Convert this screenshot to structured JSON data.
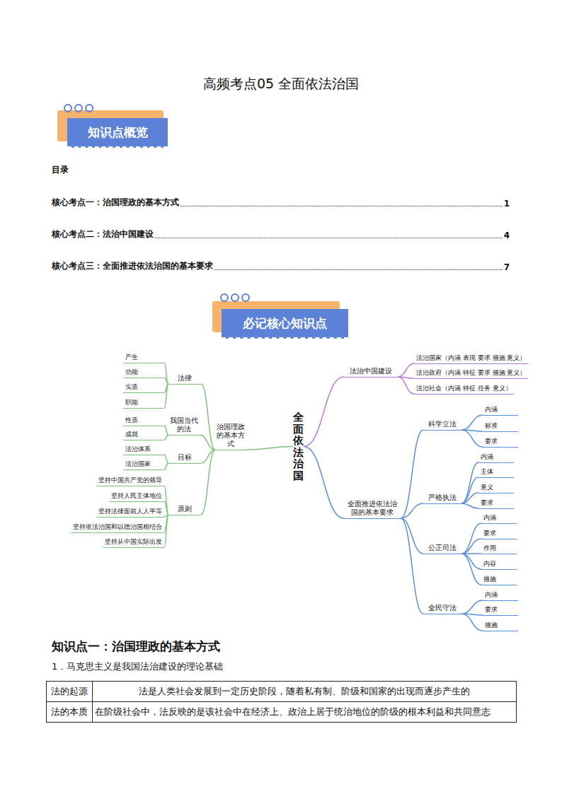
{
  "diagram": {
    "title": "高频考点05 全面依法治国",
    "nodes": [
      {
        "text": [
          "知识点概览"
        ]
      },
      {
        "text": [
          "必记核心知识点"
        ]
      },
      {
        "text": [
          "全面依法治国"
        ]
      },
      {
        "text": [
          "治国理政的基本方式"
        ]
      },
      {
        "text": [
          "法律"
        ]
      },
      {
        "text": [
          "产生"
        ]
      },
      {
        "text": [
          "功能"
        ]
      },
      {
        "text": [
          "实质"
        ]
      },
      {
        "text": [
          "职能"
        ]
      },
      {
        "text": [
          "我国当代的法"
        ]
      },
      {
        "text": [
          "性质"
        ]
      },
      {
        "text": [
          "成就"
        ]
      },
      {
        "text": [
          "目标"
        ]
      },
      {
        "text": [
          "法治体系"
        ]
      },
      {
        "text": [
          "法治国家"
        ]
      },
      {
        "text": [
          "原则"
        ]
      },
      {
        "text": [
          "坚持中国共产党的领导"
        ]
      },
      {
        "text": [
          "坚持人民主体地位"
        ]
      },
      {
        "text": [
          "坚持法律面前人人平等"
        ]
      },
      {
        "text": [
          "坚持依法治国和以德治国相结合"
        ]
      },
      {
        "text": [
          "坚持从中国实际出发"
        ]
      },
      {
        "text": [
          "法治中国建设"
        ]
      },
      {
        "text": [
          "法治国家（内涵 表现 要求 措施 意义）"
        ]
      },
      {
        "text": [
          "法治政府（内涵 特征 要求 措施 意义）"
        ]
      },
      {
        "text": [
          "法治社会（内涵 特征 任务 意义）"
        ]
      },
      {
        "text": [
          "全面推进依法治国的基本要求"
        ]
      },
      {
        "text": [
          "科学立法"
        ]
      },
      {
        "text": [
          "内涵"
        ]
      },
      {
        "text": [
          "标准"
        ]
      },
      {
        "text": [
          "要求"
        ]
      },
      {
        "text": [
          "严格执法"
        ]
      },
      {
        "text": [
          "内涵"
        ]
      },
      {
        "text": [
          "主体"
        ]
      },
      {
        "text": [
          "意义"
        ]
      },
      {
        "text": [
          "要求"
        ]
      },
      {
        "text": [
          "公正司法"
        ]
      },
      {
        "text": [
          "内涵"
        ]
      },
      {
        "text": [
          "要求"
        ]
      },
      {
        "text": [
          "作用"
        ]
      },
      {
        "text": [
          "内容"
        ]
      },
      {
        "text": [
          "措施"
        ]
      },
      {
        "text": [
          "全民守法"
        ]
      },
      {
        "text": [
          "内涵"
        ]
      },
      {
        "text": [
          "要求"
        ]
      },
      {
        "text": [
          "措施"
        ]
      }
    ],
    "edges": [
      {
        "from": 2,
        "to": 3,
        "arrow": "none"
      },
      {
        "from": 3,
        "to": 4,
        "arrow": "none"
      },
      {
        "from": 4,
        "to": 5,
        "arrow": "none"
      },
      {
        "from": 4,
        "to": 6,
        "arrow": "none"
      },
      {
        "from": 4,
        "to": 7,
        "arrow": "none"
      },
      {
        "from": 4,
        "to": 8,
        "arrow": "none"
      },
      {
        "from": 3,
        "to": 9,
        "arrow": "none"
      },
      {
        "from": 9,
        "to": 10,
        "arrow": "none"
      },
      {
        "from": 9,
        "to": 11,
        "arrow": "none"
      },
      {
        "from": 3,
        "to": 12,
        "arrow": "none"
      },
      {
        "from": 12,
        "to": 13,
        "arrow": "none"
      },
      {
        "from": 12,
        "to": 14,
        "arrow": "none"
      },
      {
        "from": 3,
        "to": 15,
        "arrow": "none"
      },
      {
        "from": 15,
        "to": 16,
        "arrow": "none"
      },
      {
        "from": 15,
        "to": 17,
        "arrow": "none"
      },
      {
        "from": 15,
        "to": 18,
        "arrow": "none"
      },
      {
        "from": 15,
        "to": 19,
        "arrow": "none"
      },
      {
        "from": 15,
        "to": 20,
        "arrow": "none"
      },
      {
        "from": 2,
        "to": 21,
        "arrow": "none"
      },
      {
        "from": 21,
        "to": 22,
        "arrow": "none"
      },
      {
        "from": 21,
        "to": 23,
        "arrow": "none"
      },
      {
        "from": 21,
        "to": 24,
        "arrow": "none"
      },
      {
        "from": 2,
        "to": 25,
        "arrow": "none"
      },
      {
        "from": 25,
        "to": 26,
        "arrow": "none"
      },
      {
        "from": 26,
        "to": 27,
        "arrow": "none"
      },
      {
        "from": 26,
        "to": 28,
        "arrow": "none"
      },
      {
        "from": 26,
        "to": 29,
        "arrow": "none"
      },
      {
        "from": 25,
        "to": 30,
        "arrow": "none"
      },
      {
        "from": 30,
        "to": 31,
        "arrow": "none"
      },
      {
        "from": 30,
        "to": 32,
        "arrow": "none"
      },
      {
        "from": 30,
        "to": 33,
        "arrow": "none"
      },
      {
        "from": 30,
        "to": 34,
        "arrow": "none"
      },
      {
        "from": 25,
        "to": 35,
        "arrow": "none"
      },
      {
        "from": 35,
        "to": 36,
        "arrow": "none"
      },
      {
        "from": 35,
        "to": 37,
        "arrow": "none"
      },
      {
        "from": 35,
        "to": 38,
        "arrow": "none"
      },
      {
        "from": 35,
        "to": 39,
        "arrow": "none"
      },
      {
        "from": 35,
        "to": 40,
        "arrow": "none"
      },
      {
        "from": 25,
        "to": 41,
        "arrow": "none"
      },
      {
        "from": 41,
        "to": 42,
        "arrow": "none"
      },
      {
        "from": 41,
        "to": 43,
        "arrow": "none"
      },
      {
        "from": 41,
        "to": 44,
        "arrow": "none"
      }
    ],
    "labels": [
      "目录",
      "核心考点一：治国理政的基本方式",
      "1",
      "核心考点二：法治中国建设",
      "4",
      "核心考点三：全面推进依法治国的基本要求",
      "7",
      "知识点一：治国理政的基本方式",
      "1．马克思主义是我国法治建设的理论基础",
      "法的起源",
      "法是人类社会发展到一定历史阶段，随着私有制、阶级和国家的出现而逐步产生的",
      "法的本质",
      "在阶级社会中，法反映的是该社会中在经济上、政治上居于统治地位的阶级的根本利益和共同意志"
    ]
  }
}
